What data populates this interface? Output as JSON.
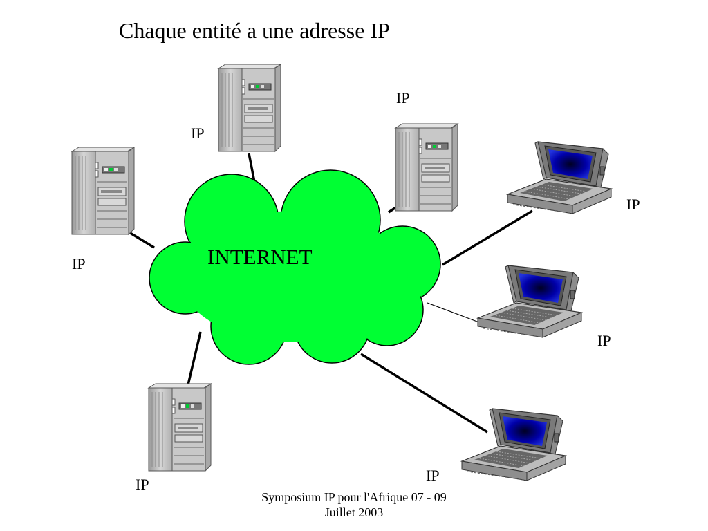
{
  "slide": {
    "title": "Chaque entité a une adresse IP",
    "cloud_label": "INTERNET",
    "node_label": "IP",
    "footer_line1": "Symposium IP pour l'Afrique 07 - 09",
    "footer_line2": "Juillet 2003"
  },
  "colors": {
    "cloud_fill": "#00ff33",
    "link": "#000000",
    "tower_body": "#c8c8c8",
    "laptop_screen": "#0000aa"
  },
  "icons": {
    "server": "tower-computer-icon",
    "laptop": "laptop-computer-icon",
    "cloud": "cloud-icon"
  }
}
